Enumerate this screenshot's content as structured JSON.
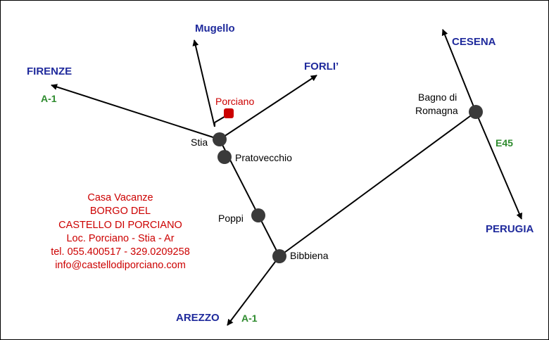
{
  "colors": {
    "destination": "#1f2a9c",
    "road": "#2e8b2e",
    "highlight": "#cc0000",
    "town": "#000000",
    "node": "#3a3a3a",
    "line": "#000000"
  },
  "destinations": {
    "mugello": "Mugello",
    "firenze": "FIRENZE",
    "forli": "FORLI’",
    "cesena": "CESENA",
    "perugia": "PERUGIA",
    "arezzo": "AREZZO"
  },
  "roads": {
    "a1_north": "A-1",
    "a1_south": "A-1",
    "e45": "E45"
  },
  "towns": {
    "porciano": "Porciano",
    "stia": "Stia",
    "pratovecchio": "Pratovecchio",
    "poppi": "Poppi",
    "bibbiena": "Bibbiena",
    "bagno_line1": "Bagno di",
    "bagno_line2": "Romagna"
  },
  "info": {
    "line1": "Casa Vacanze",
    "line2": "BORGO DEL",
    "line3": "CASTELLO DI PORCIANO",
    "line4": "Loc. Porciano - Stia - Ar",
    "line5": "tel. 055.400517 - 329.0209258",
    "line6": "info@castellodiporciano.com"
  }
}
